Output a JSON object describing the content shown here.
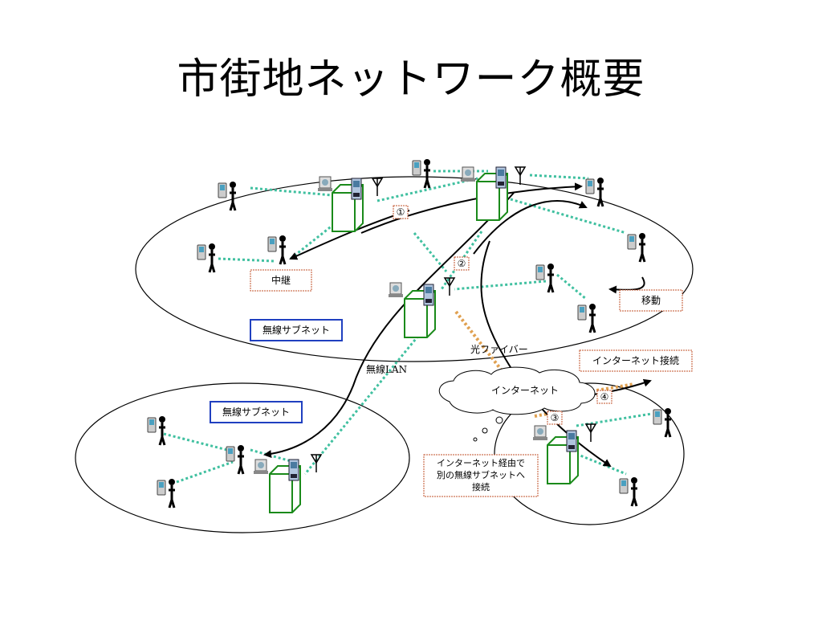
{
  "title": "市街地ネットワーク概要",
  "labels": {
    "relay": "中継",
    "move": "移動",
    "subnet_1": "無線サブネット",
    "subnet_2": "無線サブネット",
    "optical_fiber": "光ファイバー",
    "wireless_lan": "無線LAN",
    "internet": "インターネット",
    "internet_connection": "インターネット接続",
    "via_internet_line1": "インターネット経由で",
    "via_internet_line2": "別の無線サブネットへ",
    "via_internet_line3": "接続"
  },
  "markers": [
    "①",
    "②",
    "③",
    "④"
  ],
  "colors": {
    "node_box": "#1a8a1a",
    "wireless_link": "#40c0a0",
    "fiber_link": "#e0a050",
    "label_border_dotted": "#c0502a",
    "label_border_blue": "#2040c0"
  }
}
